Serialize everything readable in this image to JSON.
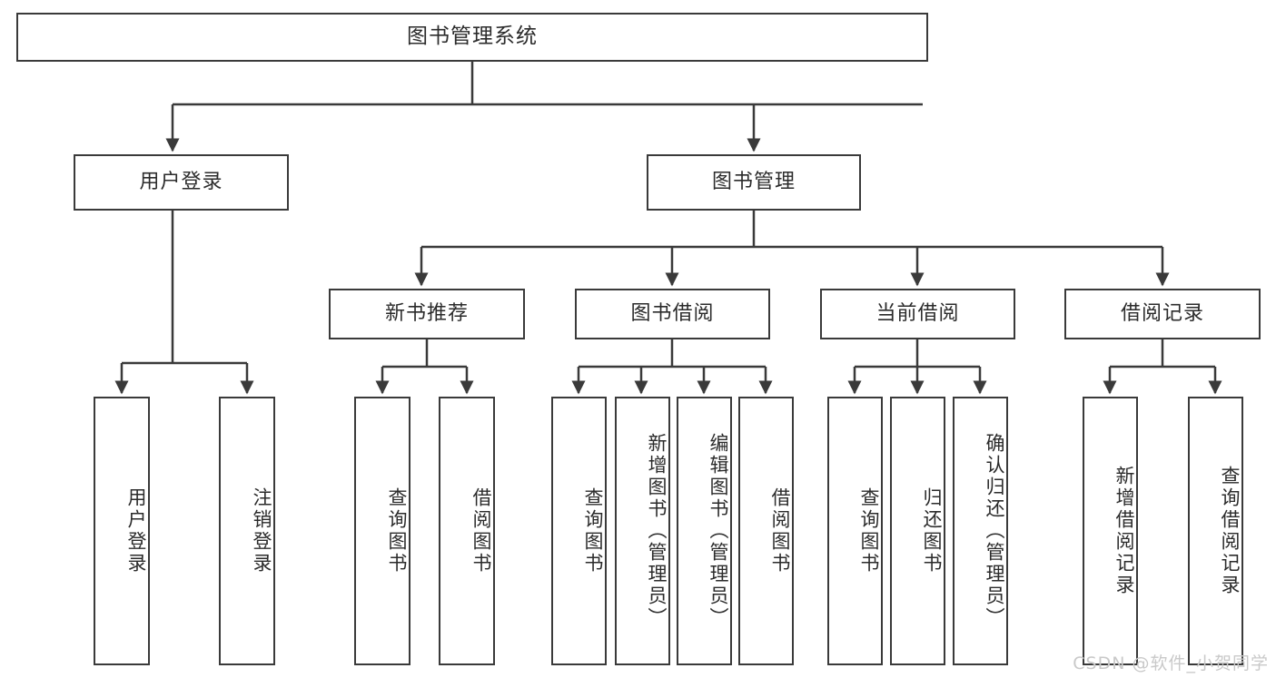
{
  "diagram": {
    "title": "图书管理系统",
    "type": "hierarchy-tree",
    "watermark": "CSDN @软件_小贺同学",
    "colors": {
      "stroke": "#3a3a3a",
      "fill": "#ffffff",
      "text": "#2b2b2b",
      "watermark": "#c9c9c9"
    },
    "levels": {
      "level1": [
        "图书管理系统"
      ],
      "level2": [
        "用户登录",
        "图书管理"
      ],
      "level3": [
        "新书推荐",
        "图书借阅",
        "当前借阅",
        "借阅记录"
      ],
      "level4": [
        "用户登录",
        "注销登录",
        "查询图书",
        "借阅图书",
        "查询图书",
        "新增图书（管理员）",
        "编辑图书（管理员）",
        "借阅图书",
        "查询图书",
        "归还图书",
        "确认归还（管理员）",
        "新增借阅记录",
        "查询借阅记录"
      ]
    },
    "nodes": {
      "root": {
        "label": "图书管理系统"
      },
      "user_login": {
        "label": "用户登录"
      },
      "book_mgmt": {
        "label": "图书管理"
      },
      "new_book_rec": {
        "label": "新书推荐"
      },
      "book_borrow": {
        "label": "图书借阅"
      },
      "current_borrow": {
        "label": "当前借阅"
      },
      "borrow_record": {
        "label": "借阅记录"
      },
      "leaf_user_login": {
        "label": "用户登录"
      },
      "leaf_logout": {
        "label": "注销登录"
      },
      "leaf_query_book_1": {
        "label": "查询图书"
      },
      "leaf_borrow_book_1": {
        "label": "借阅图书"
      },
      "leaf_query_book_2": {
        "label": "查询图书"
      },
      "leaf_add_book_admin": {
        "label": "新增图书（管理员）"
      },
      "leaf_edit_book_admin": {
        "label": "编辑图书（管理员）"
      },
      "leaf_borrow_book_2": {
        "label": "借阅图书"
      },
      "leaf_query_book_3": {
        "label": "查询图书"
      },
      "leaf_return_book": {
        "label": "归还图书"
      },
      "leaf_confirm_return_admin": {
        "label": "确认归还（管理员）"
      },
      "leaf_add_borrow_record": {
        "label": "新增借阅记录"
      },
      "leaf_query_borrow_record": {
        "label": "查询借阅记录"
      }
    },
    "edges": [
      {
        "from": "root",
        "to": "user_login"
      },
      {
        "from": "root",
        "to": "book_mgmt"
      },
      {
        "from": "user_login",
        "to": "leaf_user_login"
      },
      {
        "from": "user_login",
        "to": "leaf_logout"
      },
      {
        "from": "book_mgmt",
        "to": "new_book_rec"
      },
      {
        "from": "book_mgmt",
        "to": "book_borrow"
      },
      {
        "from": "book_mgmt",
        "to": "current_borrow"
      },
      {
        "from": "book_mgmt",
        "to": "borrow_record"
      },
      {
        "from": "new_book_rec",
        "to": "leaf_query_book_1"
      },
      {
        "from": "new_book_rec",
        "to": "leaf_borrow_book_1"
      },
      {
        "from": "book_borrow",
        "to": "leaf_query_book_2"
      },
      {
        "from": "book_borrow",
        "to": "leaf_add_book_admin"
      },
      {
        "from": "book_borrow",
        "to": "leaf_edit_book_admin"
      },
      {
        "from": "book_borrow",
        "to": "leaf_borrow_book_2"
      },
      {
        "from": "current_borrow",
        "to": "leaf_query_book_3"
      },
      {
        "from": "current_borrow",
        "to": "leaf_return_book"
      },
      {
        "from": "current_borrow",
        "to": "leaf_confirm_return_admin"
      },
      {
        "from": "borrow_record",
        "to": "leaf_add_borrow_record"
      },
      {
        "from": "borrow_record",
        "to": "leaf_query_borrow_record"
      }
    ]
  }
}
